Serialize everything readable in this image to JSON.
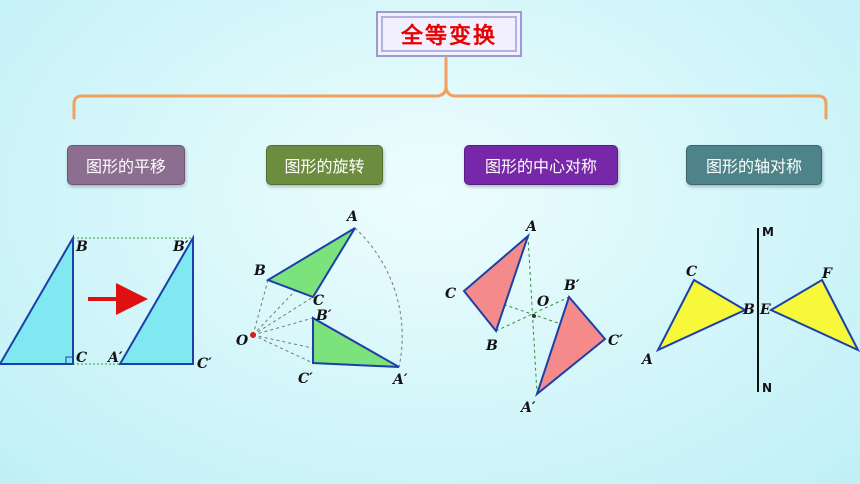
{
  "title": "全等变换",
  "categories": {
    "translation": "图形的平移",
    "rotation": "图形的旋转",
    "central_symmetry": "图形的中心对称",
    "axial_symmetry": "图形的轴对称"
  },
  "labels": {
    "translation": {
      "b": "B",
      "b_prime": "B′",
      "c": "C",
      "a_prime": "A′",
      "c_prime": "C′"
    },
    "rotation": {
      "a": "A",
      "b": "B",
      "c": "C",
      "o": "O",
      "b_prime": "B′",
      "c_prime": "C′",
      "a_prime": "A′"
    },
    "central_symmetry": {
      "a": "A",
      "c": "C",
      "b": "B",
      "o": "O",
      "b_prime": "B′",
      "c_prime": "C′",
      "a_prime": "A′"
    },
    "axial_symmetry": {
      "m": "M",
      "n": "N",
      "c": "C",
      "a": "A",
      "b": "B",
      "e": "E",
      "f": "F"
    }
  },
  "colors": {
    "title_text": "#e60000",
    "bracket": "#f0a060",
    "translation_fill": "#7fe8f0",
    "arrow": "#e01010",
    "rotation_fill": "#7ce27c",
    "central_fill": "#f58a8a",
    "axial_fill": "#f8f83a"
  }
}
